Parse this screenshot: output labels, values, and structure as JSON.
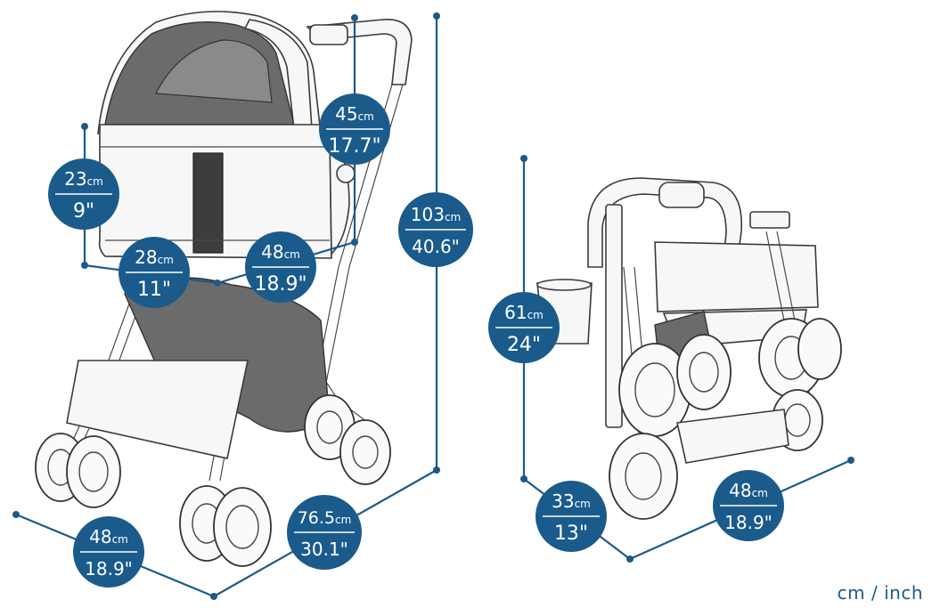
{
  "unit_label": "cm / inch",
  "accent_color": "#1a5b8c",
  "measurements": {
    "canopy_height": {
      "cm": "23",
      "inch": "9\""
    },
    "basket_depth": {
      "cm": "28",
      "inch": "11\""
    },
    "basket_width": {
      "cm": "48",
      "inch": "18.9\""
    },
    "handle_height": {
      "cm": "45",
      "inch": "17.7\""
    },
    "total_height": {
      "cm": "103",
      "inch": "40.6\""
    },
    "base_width": {
      "cm": "48",
      "inch": "18.9\""
    },
    "total_length": {
      "cm": "76.5",
      "inch": "30.1\""
    },
    "folded_height": {
      "cm": "61",
      "inch": "24\""
    },
    "folded_depth": {
      "cm": "33",
      "inch": "13\""
    },
    "folded_width": {
      "cm": "48",
      "inch": "18.9\""
    }
  },
  "cm_suffix": "cm"
}
